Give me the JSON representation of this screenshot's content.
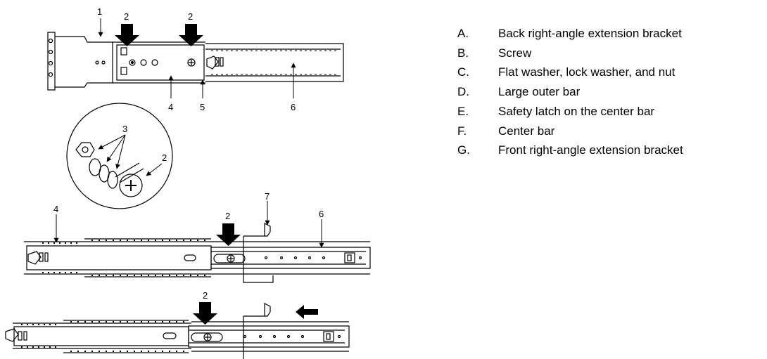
{
  "callouts": {
    "top_1": "1",
    "top_2a": "2",
    "top_2b": "2",
    "top_4": "4",
    "top_5": "5",
    "top_6": "6",
    "detail_3": "3",
    "detail_2": "2",
    "mid_4": "4",
    "mid_2": "2",
    "mid_7": "7",
    "mid_6": "6",
    "bottom_2": "2"
  },
  "legend": [
    {
      "key": "A.",
      "text": "Back right-angle extension bracket"
    },
    {
      "key": "B.",
      "text": "Screw"
    },
    {
      "key": "C.",
      "text": "Flat washer, lock washer, and nut"
    },
    {
      "key": "D.",
      "text": "Large outer bar"
    },
    {
      "key": "E.",
      "text": "Safety latch on the center bar"
    },
    {
      "key": "F.",
      "text": "Center bar"
    },
    {
      "key": "G.",
      "text": "Front right-angle extension bracket"
    }
  ]
}
